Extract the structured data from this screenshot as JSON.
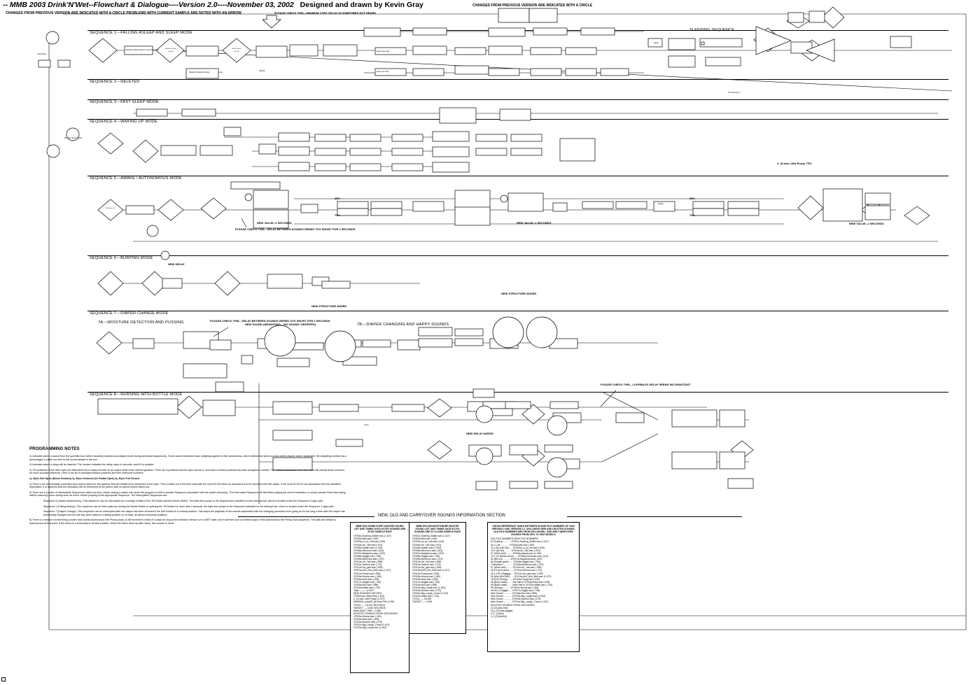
{
  "header": {
    "title": "-- MMB 2003 Drink'N'Wet--Flowchart & Dialogue----Version 2.0----November 03, 2002",
    "designer": "Designed and drawn by Kevin Gray",
    "subtitle": "CHANGES FROM PREVIOUS VERSION ARE INDICATED WITH A CIRCLE     PROBLEMS WITH CURRENT SAMPLE ARE NOTED WITH AN ARROW",
    "top_note": "CHANGES FROM PREVIOUS VERSION ARE INDICATED WITH A CIRCLE"
  },
  "sections": [
    {
      "id": "s1",
      "title": "SEQUENCE 1---FALLING ASLEEP AND SLEEP MODE"
    },
    {
      "id": "s2",
      "title": "SEQUENCE 2---DELETED"
    },
    {
      "id": "s3",
      "title": "SEQUENCE 3---FAST SLEEP MODE"
    },
    {
      "id": "s4",
      "title": "SEQUENCE 4---WAKING UP MODE"
    },
    {
      "id": "s5",
      "title": "SEQUENCE 5---AWAKE / AUTONOMOUS MODE"
    },
    {
      "id": "s6",
      "title": "SEQUENCE 6---BURPING MODE"
    },
    {
      "id": "s7",
      "title": "SEQUENCE 7---DIAPER CHANGE MODE"
    },
    {
      "id": "s7a",
      "title": "7A---MOISTURE DETECTION AND    PUSSING"
    },
    {
      "id": "s7b",
      "title": "7B---DIAPER CHANGING AND HAPPY SOUNDS"
    },
    {
      "id": "s8",
      "title": "SEQUENCE 8---NURSING WITH BOTTLE MODE"
    },
    {
      "id": "sleep",
      "title": "SLEEPING SEQUENCE"
    }
  ],
  "problem_labels": [
    {
      "id": "p1",
      "text": "PLEASE CHECK THIS-- MINIMUM 3 SEC DELAY IS SOMETIMES NOT HEARD"
    },
    {
      "id": "p2",
      "text": "PLEASE CHECK THIS-- DELAY BETWEEN SOUNDS SEEMS TOO SHORT FOR 2 SECONDS"
    },
    {
      "id": "p3",
      "text": "PLEASE CHECK THIS-- DELAY BETWEEN SOUNDS SEEMS TOO SHORT FOR 3 SECONDS"
    },
    {
      "id": "p4",
      "text": "PLEASE CHECK THIS-- LOOPBACK DELAY SEEMS INCONSISTANT"
    }
  ],
  "annotations": [
    {
      "id": "a1",
      "text": "NEW VALUE--2 SECONDS"
    },
    {
      "id": "a2",
      "text": "NEW VALUE--2 SECONDS"
    },
    {
      "id": "a3",
      "text": "NEW VALUE--2 SECONDS"
    },
    {
      "id": "a4",
      "text": "NEW DELAY"
    },
    {
      "id": "a5",
      "text": "NEW STRUCTURE ADDED"
    },
    {
      "id": "a6",
      "text": "NEW STRUCTURE ADDED"
    },
    {
      "id": "a7",
      "text": "NEW SOUND (WEIGHTING-- *NO SOUND* DROPPED)"
    },
    {
      "id": "a8",
      "text": "NEW DELAY ADDED"
    },
    {
      "id": "a9",
      "text": "4_42.wav--Wet Pussy   75%"
    },
    {
      "id": "a10",
      "text": "25%"
    },
    {
      "id": "a11",
      "text": "75%"
    },
    {
      "id": "a12",
      "text": "25%"
    },
    {
      "id": "a13",
      "text": "75%"
    }
  ],
  "flow_labels": [
    "Fade sleep",
    "Wet Vein Eyes OPEN",
    "Random delay between 2 and 5 seconds",
    "Eyes close fully",
    "Eyes open fully",
    "Randomly Selected delay",
    "To Sequence 3",
    "Loop",
    "Default",
    "Moisture Sensor closed?",
    "Mouth Switch Closed?",
    "Tilt Switch set?",
    "Sleep",
    "Awake",
    "Jump"
  ],
  "programming_notes": {
    "heading": "PROGRAMMING NOTES",
    "items": [
      {
        "num": "1)",
        "text": "Indicates where a sound from the specified box will be randomly selected and played (even during animation sequences). Some sound selections have weighting applied to the randomness, which determines which sounds will be played; where applicable, the weighting number (as a percentage) is called out next to the sound sample in the box."
      },
      {
        "num": "2)",
        "text": "Indicates where a delay will be inserted. The number indicates the delay value in seconds, and if it is variable."
      },
      {
        "num": "3)",
        "text": "The positions of the doll's eyes are determined by a rotary encoder on an output shaft of the internal gearbox. There are 5 positions that the eyes can be in, and each of these positions has been assigned a number. The motions described in the flow chart will include these numbers for more accurate reference. Here is the list of animated feature positions and their reference numbers:"
      },
      {
        "num": "",
        "text": "1)--Eyes Full Open (Home Position)  2)--Eyes Centered (Or Partial Open)  3)--Eyes Full Closed",
        "bold": true
      },
      {
        "num": "4)",
        "text": "There is an electronically-controlled slow speed option for the gearbox that will enable slow movement of the eyes. This is called out in the flow chart with the word SLOW when an animation is to be operated with this option. If the word SLOW is not associated with the animation description, it is assumed that the animation will be performed at full speed, with no speed control called out."
      },
      {
        "num": "5)",
        "text": "There are a number of interruptible Sequences called out here, where closing a switch will cause the program to shift to another Sequence associated with the switch closure(s). The interrupted Sequence will first finish playing the current animation or sound sample if the interrupting switch closure(s) occur during such an event, before jumping to the appropriate Sequence. The Interruptible Sequences are:"
      },
      {
        "num": "",
        "text": "Sequence 5 (Awake Autonomous)--This sequence can be interrupted by a change of state of the Tilt Switch and the Mouth Switch. The path then jumps to the Sequence(s) indicated on the interrupt bar, which is located under the Sequence 5 logic path."
      },
      {
        "num": "",
        "text": "Sequence 1 (Falling Asleep)--This sequence can be interrupted by closing the Mouth Switch or opening the Tilt Switch for more than 3 seconds; the path then jumps to the Sequence indicated on the interrupt bar, which is located under the Sequence 1 logic path."
      },
      {
        "num": "",
        "text": "Sequence 7 (Diaper Change)--This sequence can be interrupted after the diaper has been removed if the doll is tilted to a vertical position. This keeps the playback of the sounds associated with the changing procedure from going on for too long a time after the diaper has presumably changed and the doll has been raised to a sitting position (or at least, an above-horizontal position)."
      },
      {
        "num": "6)",
        "text": "There is a random incrementing counter that counts Autonomous Wet Pussy plays--it will increment a total of 3 plays as long as the Moisture Sensor is in a WET state, and it will then lock out further plays of the Autonomous Wet Pussy Sub-sequence. The path will default to Autonomous at that point. If the doll is in a horizontal or vertical position. When the doll is dried up after sleep, this counter is reset."
      }
    ]
  },
  "carryover": {
    "heading": "NEW, OLD AND CARRYOVER SOUNDS INFORMATION SECTION",
    "tables": [
      {
        "id": "t1",
        "title": "MMB 2003 DRINK'N'WET MASTER SOUND LIST AND TIMING DATA 9/17/02 SOUNDS ARE AT 8K SAMPLE RATE",
        "items": [
          "1F001a-Sucking_Bottle.wav (1.427)",
          "1F002a-Bah.wav (.439)",
          "1F003a-La_la_Lah.wav (.516)",
          "1F004a-Ah_Yah.wav (.914)",
          "1F005a-Aaaah.wav (1.194)",
          "1F006a-Mmmmm.wav (.614)",
          "1F007a-Raspberry.wav (.422)",
          "1F008a-Giggle.wav (.784)",
          "1F009a-Mmmmm.wav (.472)",
          "1F010a-Uh_Yah.wav (.908)",
          "1F011a-Sneeze.wav (.721)",
          "1F012a-Ga_gah.wav (.309)",
          "1F013a-Ahh_Ahh_Bhh.wav (1.227)",
          "1F014a-Pussy.wav (.926)",
          "1F015a-Hiccup.wav (.184)",
          "1F016a-Burp.wav (.209)",
          "1F017a-Giggle.wav (.736)",
          "1F018a-Boo.wav (.996)",
          "1F022a-Wash.wav (.734)",
          "Total -------- 12.519",
          "NEW SOUNDS FOR 2003",
          "1F030.wav--Mew Burp (.323)",
          "4_42.wav--Wet Pussy (1.071)",
          "MM3000s_puckSt_Alt.Alow Pee (1.55)",
          "TOTAL ---- 15.412 SECONDS",
          "TARGET ---- 16.50 SECONDS",
          "AVAILABLE TIME---1.088",
          "DELETED SOUNDS FROM 2002 MODEL",
          "1F015a-Hiccup.wav (.184)",
          "1F016a-Burp.wav (.209)",
          "1F020a-Bounce.wav (.079)",
          "1F021a-Big_Laugh_2.wav (1.412)",
          "1F019a-Big_Laugh.wav (1.542)"
        ]
      },
      {
        "id": "t2",
        "title": "MMB 2002 BOUNCE'N'BURP MASTER SOUND LIST AND TIMING DATA 9/17/01 SOUNDS ARE AT 11.025K SAMPLE RATE",
        "items": [
          "1F001a-Sucking_Bottle.wav (1.427)",
          "1F002a-Bah.wav (.439)",
          "1F003a-La_la_Lah.wav (.516)",
          "1F004a-Ah_Yah.wav (.914)",
          "1F005a-Aaaah.wav (1.194)",
          "1F006a-Mmmmm.wav (.614)",
          "1F007a-Raspberry.wav (.422)",
          "1F008a-Giggle.wav (.784)",
          "1F009a-Mmmmm.wav (.472)",
          "1F010a-Uh_Yah.wav (.908)",
          "1F011a-Sneeze.wav (.721)",
          "1F012a-Ga_gah.wav (.309)",
          "1F013a-Ahh_Ahh_Bhh.wav (1.227)",
          "1F014a-Pussy.wav (.926)",
          "1F015a-Hiccup.wav (.184)",
          "1F016a-Burp.wav (.209)",
          "1F017a-Giggle.wav (.736)",
          "1F018a-Boo.wav (.996)",
          "1F019a-Big_Laugh.wav (1.542)",
          "1F020a-Bounce.wav (.079)",
          "1F021a-Big_Laugh_2.wav (1.412)",
          "1F022a-Wash.wav (.734)",
          "TOTAL ---- 16.259",
          "TARGET ---- 16.50"
        ]
      },
      {
        "id": "t3",
        "title": "CROSS-REFERENCE TABLE BETWEEN SOUND FILE NUMBERS OF 2003 VERSION 2 AND VERSION 2.1, INCLUDING NEW AND DELETED SOUNDS. OLD FILE NUMBERS ARE FROM 2001 MODEL, AND ARE CARRYOVER SOUNDS FROM 2001 TO 2002 MODELS",
        "items": [
          "OLD FILE NUMBERS        NEW FILE NUMBERS",
          "02 Sucking ........... 1F001a-Sucking_Bottle.wav (1.427)",
          "at 1-1-38 ............ 1F002a-Bah.wav (.439)",
          "10-1-84 (Lah lah) .... 1F003a-La_la_Lah.wav (.516)",
          "13-2 (Uh-ah) ......... 1F004a-Ah_Yah.wav (.914)",
          "07 (Uhhh-ahh) ........ 1F005a-Aaaah.wav (1.194)",
          "12-1-24 (Mmm-mmm) .... 1F006a-Mmmmm.wav (.614)",
          "26 (Bb-b-b) .......... 1F007a-Raspberry.wav (.422)",
          "06 (Gurgle-gash) ..... 1F008a-Giggle.wav (.784)",
          "2 Mmmmm .............. 1F009a-Mmmmm.wav (.472)",
          "07 (Uhhh-ahh) ........ 1F010a-Uh_Yah.wav (.908)",
          "16-13 (Ach-choo) ..... 1F011a-Sneeze.wav (.721)",
          "16-1-191 (Gilgagg) ... 1F012a-Ga_gah.wav (.309)",
          "26 (Ahh Ahh Bhh) ..... 1F013a-Ahh_Ahh_Bhh.wav (1.227)",
          "19-8-32 (Pussy) ...... 1F014a-Pussy.wav (.926)",
          "28 (Burp-crash) ...... one half of 1F016a-Burp.wav (.209)",
          "28 (Burp-crash) ...... other half of 1F022a-Wash.wav (.734)",
          "09 (Hiccup) .......... 1F015a-Hiccup.wav (.184)",
          "old 40-4 (Giggle) .... 1F017a-Giggle.wav (.736)",
          "New Sound ............ 1F018a-Boo.wav (.996)",
          "New Sound ............ 1F019a-Big_Laugh.wav (1.542)",
          "New Sound ............ 1F020a-Bounce.wav (.079)",
          "New Sound ............ 1F021a-Big_Laugh_2.wav (1.412)",
          "DELETED SOUNDS FROM 2001 MODEL",
          "12-18 (Ahh-hhh)",
          "16-1-19 (Gah-giggle)",
          "2-17 (Goihh)",
          "2-1 (2) (Ahhhh)"
        ]
      }
    ]
  }
}
